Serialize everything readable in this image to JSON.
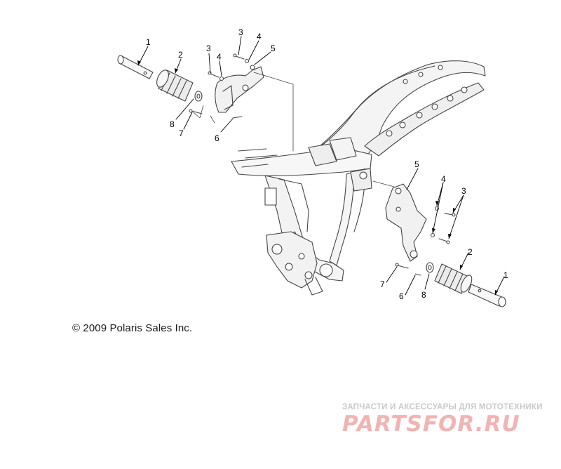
{
  "diagram": {
    "callouts": {
      "l1": "1",
      "l2": "2",
      "l3": "3",
      "l4": "4",
      "l5": "5",
      "l6": "6",
      "l7": "7",
      "l8": "8",
      "r1": "1",
      "r2": "2",
      "r3": "3",
      "r4": "4",
      "r5": "5",
      "r6": "6",
      "r7": "7",
      "r8": "8",
      "m3": "3",
      "m4": "4"
    },
    "line_color": "#444444",
    "fill_color": "#f4f4f4"
  },
  "copyright": "© 2009 Polaris Sales Inc.",
  "watermark": {
    "tagline": "ЗАПЧАСТИ И АКСЕССУАРЫ ДЛЯ МОТОТЕХНИКИ",
    "logo": "PARTSFOR.RU",
    "color": "#f2b3b3"
  }
}
